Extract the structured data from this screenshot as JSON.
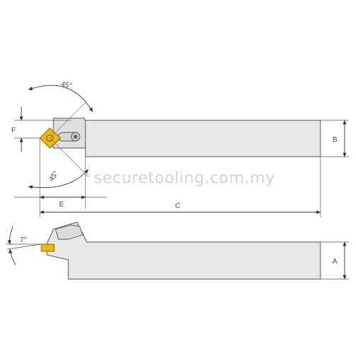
{
  "watermark": "securetooling.com.my",
  "labels": {
    "angle_top": "45°",
    "angle_bottom": "45°",
    "dim_f": "F",
    "dim_b": "B",
    "dim_e": "E",
    "dim_c": "C",
    "dim_a": "A",
    "rake_angle": "7°"
  },
  "colors": {
    "body_fill": "#e9e9e9",
    "body_stroke": "#555555",
    "insert_fill": "#f2b705",
    "dim_line": "#333333",
    "watermark": "#d4d4d4"
  }
}
